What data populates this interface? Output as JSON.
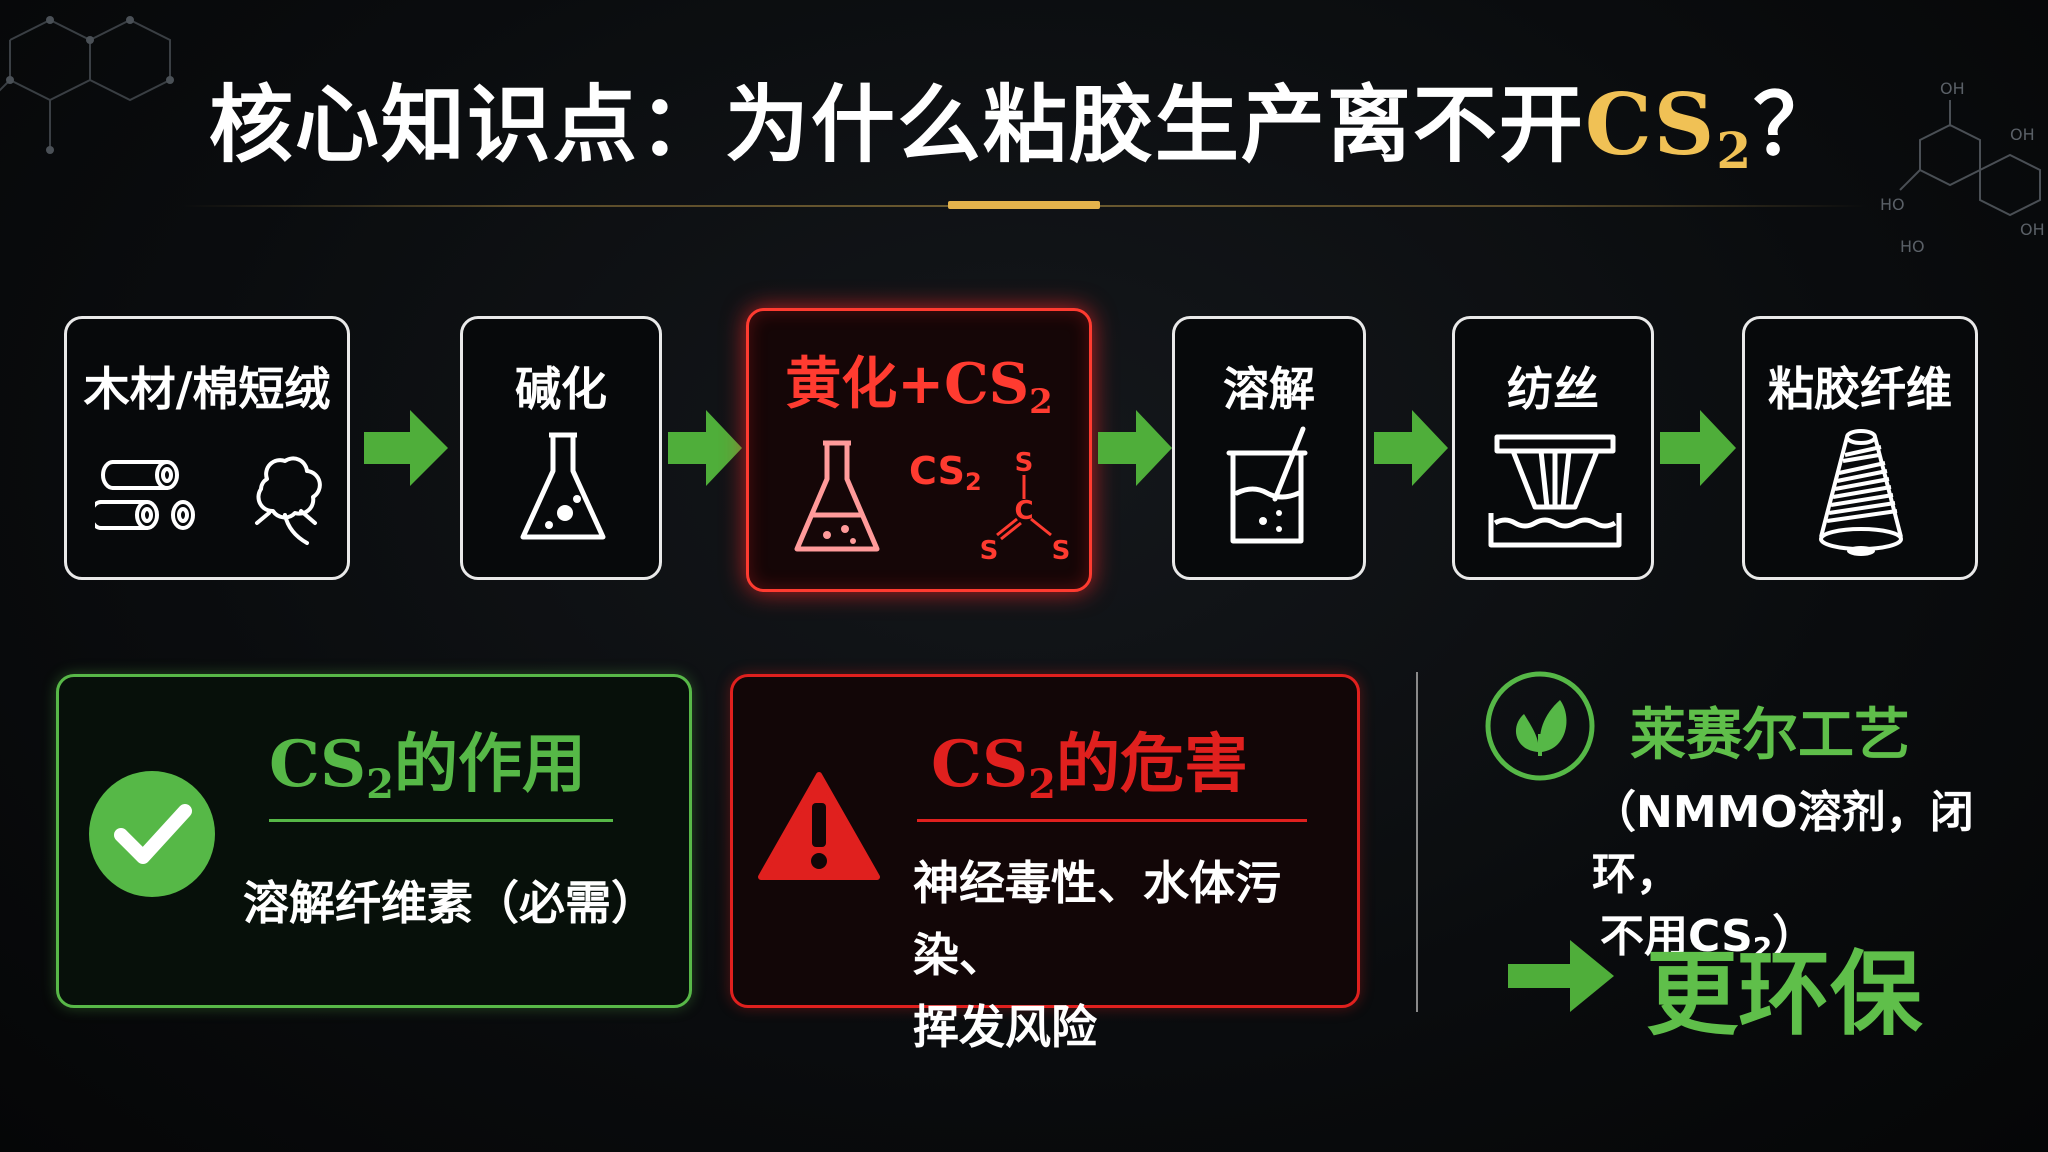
{
  "title": {
    "prefix": "核心知识点：为什么粘胶生产离不开",
    "chem_main": "CS",
    "chem_sub": "2",
    "suffix": "？"
  },
  "process": {
    "steps": [
      {
        "label": "木材/棉短绒"
      },
      {
        "label": "碱化"
      },
      {
        "label_prefix": "黄化+",
        "chem_main": "CS",
        "chem_sub": "2",
        "icon_chem_main": "CS",
        "icon_chem_sub": "2",
        "molecule_atoms": [
          "S",
          "C",
          "S",
          "S"
        ]
      },
      {
        "label": "溶解"
      },
      {
        "label": "纺丝"
      },
      {
        "label": "粘胶纤维"
      }
    ]
  },
  "role_panel": {
    "title_chem_main": "CS",
    "title_chem_sub": "2",
    "title_suffix": "的作用",
    "text": "溶解纤维素（必需）"
  },
  "harm_panel": {
    "title_chem_main": "CS",
    "title_chem_sub": "2",
    "title_suffix": "的危害",
    "line1": "神经毒性、水体污染、",
    "line2": "挥发风险"
  },
  "lyocell": {
    "title": "莱赛尔工艺",
    "desc_line1": "（NMMO溶剂，闭环，",
    "desc_line2_prefix": "不用CS",
    "desc_line2_sub": "2",
    "desc_line2_suffix": "）",
    "result": "更环保"
  },
  "decor": {
    "molecule_labels": [
      "OH",
      "OH",
      "HO",
      "OH",
      "HO"
    ]
  },
  "colors": {
    "accent_gold": "#e3b24c",
    "green": "#5fbf4a",
    "red": "#ff3b30"
  }
}
